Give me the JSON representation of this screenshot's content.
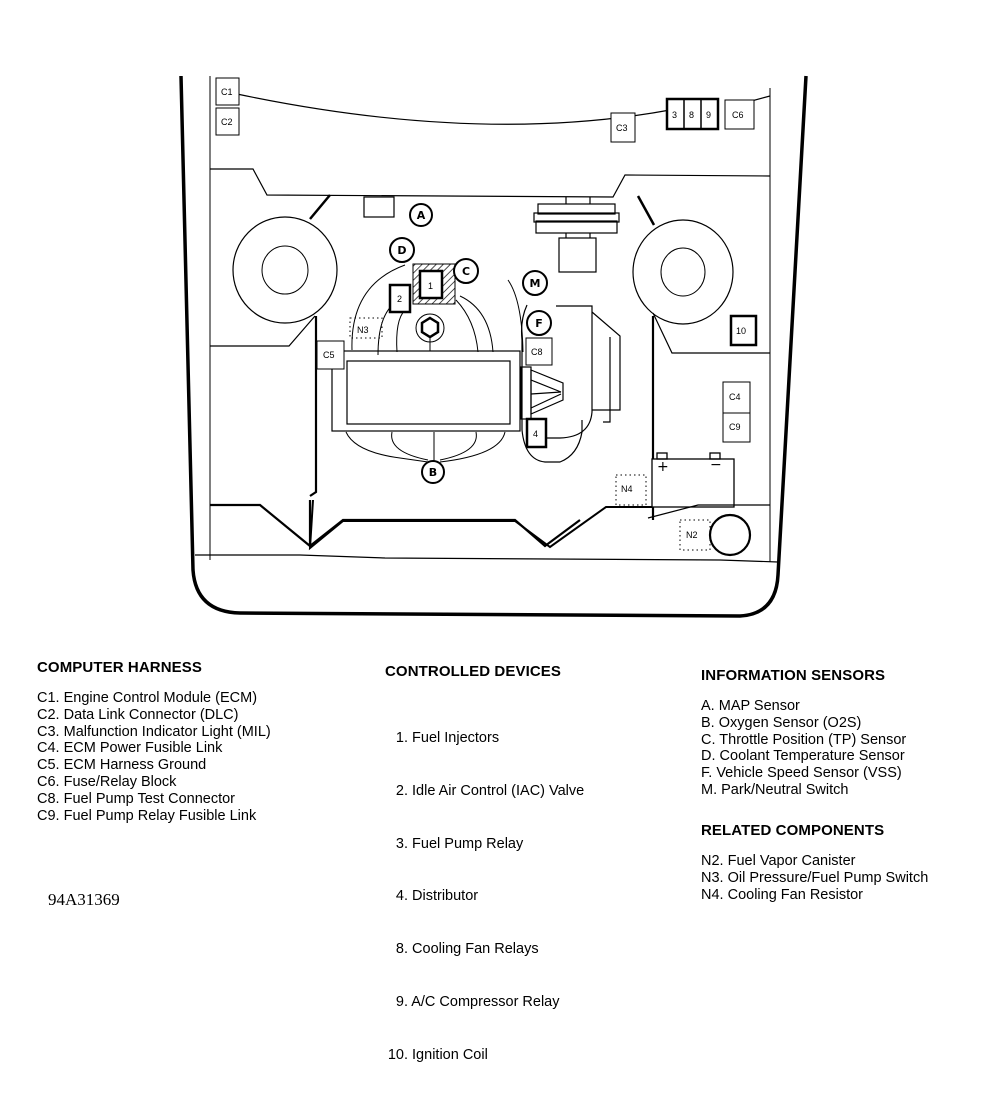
{
  "diagram": {
    "title": "Engine compartment component locator",
    "labels": {
      "c1": "C1",
      "c2": "C2",
      "c3": "C3",
      "c4": "C4",
      "c5": "C5",
      "c6": "C6",
      "c8": "C8",
      "c9": "C9",
      "r3": "3",
      "r8": "8",
      "r9": "9",
      "d1": "1",
      "d2": "2",
      "d4": "4",
      "d10": "10",
      "sA": "A",
      "sB": "B",
      "sC": "C",
      "sD": "D",
      "sF": "F",
      "sM": "M",
      "n2": "N2",
      "n3": "N3",
      "n4": "N4",
      "plus": "+",
      "minus": "−"
    }
  },
  "legend": {
    "computer_harness": {
      "heading": "COMPUTER HARNESS",
      "items": [
        {
          "code": "C1.",
          "text": "Engine Control Module (ECM)"
        },
        {
          "code": "C2.",
          "text": "Data Link Connector (DLC)"
        },
        {
          "code": "C3.",
          "text": "Malfunction Indicator Light (MIL)"
        },
        {
          "code": "C4.",
          "text": "ECM Power Fusible Link"
        },
        {
          "code": "C5.",
          "text": "ECM Harness Ground"
        },
        {
          "code": "C6.",
          "text": "Fuse/Relay Block"
        },
        {
          "code": "C8.",
          "text": "Fuel Pump Test Connector"
        },
        {
          "code": "C9.",
          "text": "Fuel Pump Relay Fusible Link"
        }
      ]
    },
    "controlled_devices": {
      "heading": "CONTROLLED DEVICES",
      "items": [
        {
          "code": " 1.",
          "text": "Fuel Injectors"
        },
        {
          "code": " 2.",
          "text": "Idle Air Control (IAC) Valve"
        },
        {
          "code": " 3.",
          "text": "Fuel Pump Relay"
        },
        {
          "code": " 4.",
          "text": "Distributor"
        },
        {
          "code": " 8.",
          "text": "Cooling Fan Relays"
        },
        {
          "code": " 9.",
          "text": "A/C Compressor Relay"
        },
        {
          "code": "10.",
          "text": "Ignition Coil"
        }
      ]
    },
    "information_sensors": {
      "heading": "INFORMATION SENSORS",
      "items": [
        {
          "code": "A.",
          "text": "MAP Sensor"
        },
        {
          "code": "B.",
          "text": "Oxygen Sensor (O2S)"
        },
        {
          "code": "C.",
          "text": "Throttle Position (TP) Sensor"
        },
        {
          "code": "D.",
          "text": "Coolant Temperature Sensor"
        },
        {
          "code": "F.",
          "text": "Vehicle Speed Sensor (VSS)"
        },
        {
          "code": "M.",
          "text": "Park/Neutral Switch"
        }
      ]
    },
    "related_components": {
      "heading": "RELATED COMPONENTS",
      "items": [
        {
          "code": "N2.",
          "text": "Fuel Vapor Canister"
        },
        {
          "code": "N3.",
          "text": "Oil Pressure/Fuel Pump Switch"
        },
        {
          "code": "N4.",
          "text": "Cooling Fan Resistor"
        }
      ]
    }
  },
  "figure_id": "94A31369"
}
